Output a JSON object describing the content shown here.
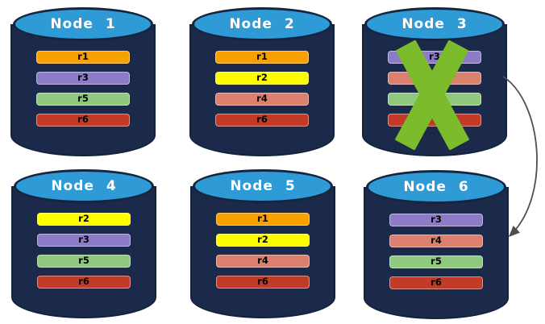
{
  "diagram": {
    "description": "Replica distribution across six database nodes; Node 3 has failed and its replicas are redirected to Node 6",
    "cylinder": {
      "body_color": "#1B2A4A",
      "top_color": "#2E9AD6",
      "title_color": "#ffffff"
    },
    "nodes": [
      {
        "name": "Node 1",
        "failed": false,
        "replicas": [
          {
            "label": "r1",
            "color": "#F7A100"
          },
          {
            "label": "r3",
            "color": "#8C7CC8"
          },
          {
            "label": "r5",
            "color": "#90C97E"
          },
          {
            "label": "r6",
            "color": "#C23A28"
          }
        ]
      },
      {
        "name": "Node 2",
        "failed": false,
        "replicas": [
          {
            "label": "r1",
            "color": "#F7A100"
          },
          {
            "label": "r2",
            "color": "#FDFD00"
          },
          {
            "label": "r4",
            "color": "#DB7F6E"
          },
          {
            "label": "r6",
            "color": "#C23A28"
          }
        ]
      },
      {
        "name": "Node 3",
        "failed": true,
        "replicas": [
          {
            "label": "r3",
            "color": "#8C7CC8"
          },
          {
            "label": "",
            "color": "#DB7F6E"
          },
          {
            "label": "",
            "color": "#90C97E"
          },
          {
            "label": "",
            "color": "#C23A28"
          }
        ]
      },
      {
        "name": "Node 4",
        "failed": false,
        "replicas": [
          {
            "label": "r2",
            "color": "#FDFD00"
          },
          {
            "label": "r3",
            "color": "#8C7CC8"
          },
          {
            "label": "r5",
            "color": "#90C97E"
          },
          {
            "label": "r6",
            "color": "#C23A28"
          }
        ]
      },
      {
        "name": "Node 5",
        "failed": false,
        "replicas": [
          {
            "label": "r1",
            "color": "#F7A100"
          },
          {
            "label": "r2",
            "color": "#FDFD00"
          },
          {
            "label": "r4",
            "color": "#DB7F6E"
          },
          {
            "label": "r6",
            "color": "#C23A28"
          }
        ]
      },
      {
        "name": "Node 6",
        "failed": false,
        "replicas": [
          {
            "label": "r3",
            "color": "#8C7CC8"
          },
          {
            "label": "r4",
            "color": "#DB7F6E"
          },
          {
            "label": "r5",
            "color": "#90C97E"
          },
          {
            "label": "r6",
            "color": "#C23A28"
          }
        ]
      }
    ],
    "failure_marker": {
      "node": "Node 3",
      "shape": "x-mark",
      "color": "#7CBB2B"
    },
    "arrow": {
      "from": "Node 3",
      "to": "Node 6",
      "color": "#4F4F4F"
    }
  }
}
